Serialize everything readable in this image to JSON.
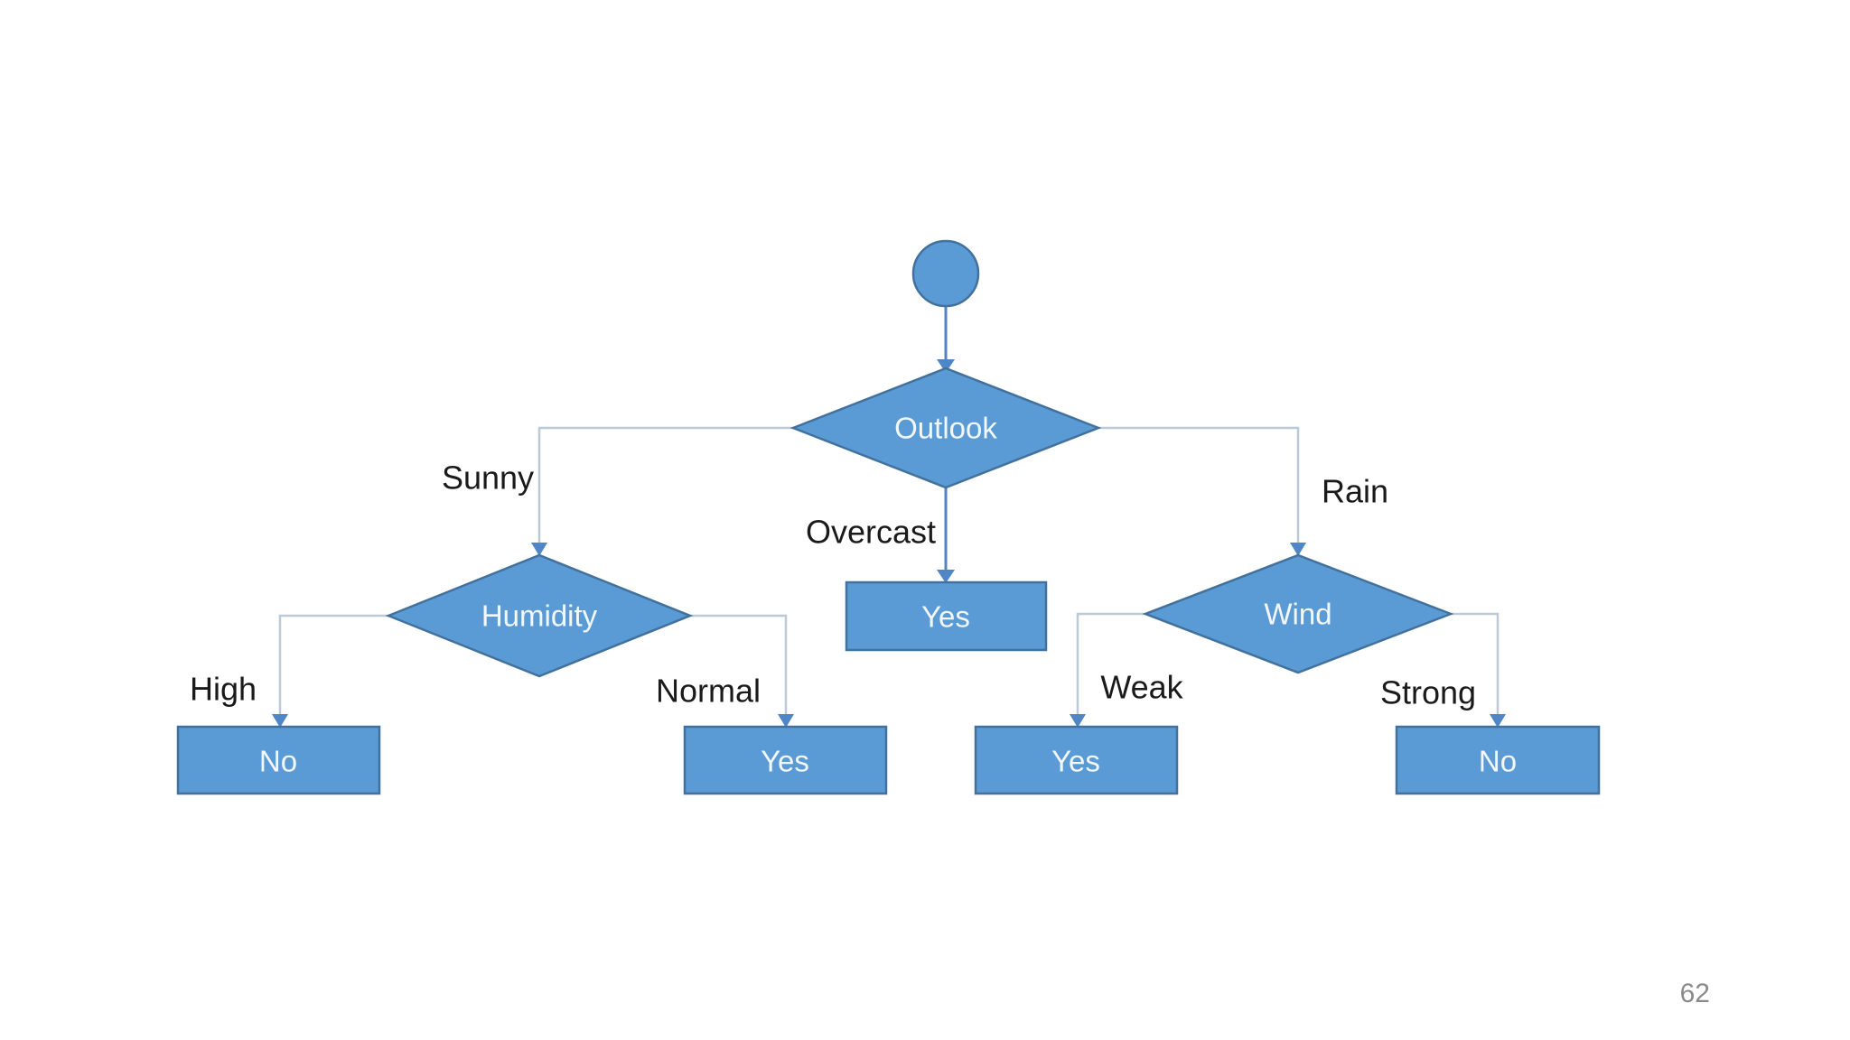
{
  "slide": {
    "background_color": "#ffffff",
    "page_number": "62"
  },
  "colors": {
    "node_fill": "#5b9bd5",
    "node_border": "#41719c",
    "connector_line": "#bcc9d6",
    "main_arrow": "#4e86c6",
    "node_text": "#f2f7fc",
    "edge_label_text": "#1a1a1a",
    "page_number_text": "#8a8a8a"
  },
  "tree": {
    "root_icon": "start-circle",
    "nodes": {
      "outlook": {
        "label": "Outlook",
        "type": "decision"
      },
      "humidity": {
        "label": "Humidity",
        "type": "decision"
      },
      "wind": {
        "label": "Wind",
        "type": "decision"
      },
      "overcast_leaf": {
        "label": "Yes",
        "type": "leaf"
      },
      "high_leaf": {
        "label": "No",
        "type": "leaf"
      },
      "normal_leaf": {
        "label": "Yes",
        "type": "leaf"
      },
      "weak_leaf": {
        "label": "Yes",
        "type": "leaf"
      },
      "strong_leaf": {
        "label": "No",
        "type": "leaf"
      }
    },
    "edges": {
      "sunny": {
        "label": "Sunny",
        "from": "outlook",
        "to": "humidity"
      },
      "overcast": {
        "label": "Overcast",
        "from": "outlook",
        "to": "overcast_leaf"
      },
      "rain": {
        "label": "Rain",
        "from": "outlook",
        "to": "wind"
      },
      "high": {
        "label": "High",
        "from": "humidity",
        "to": "high_leaf"
      },
      "normal": {
        "label": "Normal",
        "from": "humidity",
        "to": "normal_leaf"
      },
      "weak": {
        "label": "Weak",
        "from": "wind",
        "to": "weak_leaf"
      },
      "strong": {
        "label": "Strong",
        "from": "wind",
        "to": "strong_leaf"
      }
    }
  }
}
